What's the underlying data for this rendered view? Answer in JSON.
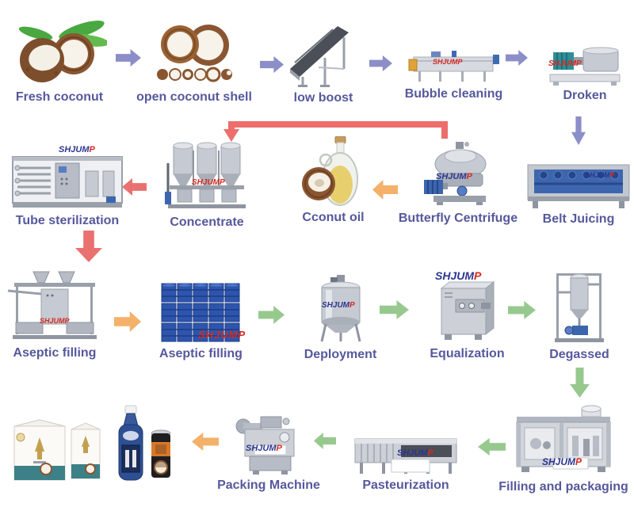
{
  "brand": {
    "logo": "SHJUMP",
    "logo_main": "SHJUM",
    "logo_accent": "P"
  },
  "colors": {
    "label": "#56589c",
    "arrow_purple": "#8b8ec7",
    "arrow_salmon": "#e9716f",
    "arrow_orange": "#f3b169",
    "arrow_green": "#97c98f",
    "connector_red": "#ed6e6b",
    "logo_blue": "#2b3590",
    "logo_red": "#d42a20"
  },
  "steps": {
    "fresh_coconut": {
      "label": "Fresh coconut"
    },
    "open_coconut_shell": {
      "label": "open coconut shell"
    },
    "low_boost": {
      "label": "low boost"
    },
    "bubble_cleaning": {
      "label": "Bubble cleaning"
    },
    "droken": {
      "label": "Droken"
    },
    "belt_juicing": {
      "label": "Belt Juicing"
    },
    "butterfly_centrifuge": {
      "label": "Butterfly Centrifuge"
    },
    "cconut_oil": {
      "label": "Cconut oil"
    },
    "concentrate": {
      "label": "Concentrate"
    },
    "tube_sterilization": {
      "label": "Tube sterilization"
    },
    "aseptic_filling_1": {
      "label": "Aseptic filling"
    },
    "aseptic_filling_2": {
      "label": "Aseptic filling"
    },
    "deployment": {
      "label": "Deployment"
    },
    "equalization": {
      "label": "Equalization"
    },
    "degassed": {
      "label": "Degassed"
    },
    "filling_and_packaging": {
      "label": "Filling and packaging"
    },
    "pasteurization": {
      "label": "Pasteurization"
    },
    "packing_machine": {
      "label": "Packing Machine"
    }
  },
  "connections": [
    {
      "from": "Fresh coconut",
      "to": "open coconut shell",
      "color": "purple",
      "direction": "right"
    },
    {
      "from": "open coconut shell",
      "to": "low boost",
      "color": "purple",
      "direction": "right"
    },
    {
      "from": "low boost",
      "to": "Bubble cleaning",
      "color": "purple",
      "direction": "right"
    },
    {
      "from": "Bubble cleaning",
      "to": "Droken",
      "color": "purple",
      "direction": "right"
    },
    {
      "from": "Droken",
      "to": "Belt Juicing",
      "color": "purple",
      "direction": "down"
    },
    {
      "from": "Butterfly Centrifuge",
      "to": "Concentrate",
      "color": "red",
      "direction": "elbow-up-left-down"
    },
    {
      "from": "Butterfly Centrifuge",
      "to": "Cconut oil",
      "color": "orange",
      "direction": "left"
    },
    {
      "from": "Concentrate",
      "to": "Tube sterilization",
      "color": "salmon",
      "direction": "left"
    },
    {
      "from": "Tube sterilization",
      "to": "Aseptic filling",
      "color": "salmon",
      "direction": "down"
    },
    {
      "from": "Aseptic filling",
      "to": "Aseptic filling",
      "color": "orange",
      "direction": "right"
    },
    {
      "from": "Aseptic filling",
      "to": "Deployment",
      "color": "green",
      "direction": "right"
    },
    {
      "from": "Deployment",
      "to": "Equalization",
      "color": "green",
      "direction": "right"
    },
    {
      "from": "Equalization",
      "to": "Degassed",
      "color": "green",
      "direction": "right"
    },
    {
      "from": "Degassed",
      "to": "Filling and packaging",
      "color": "green",
      "direction": "down"
    },
    {
      "from": "Filling and packaging",
      "to": "Pasteurization",
      "color": "green",
      "direction": "left"
    },
    {
      "from": "Pasteurization",
      "to": "Packing Machine",
      "color": "green",
      "direction": "left"
    },
    {
      "from": "Packing Machine",
      "to": "finished products",
      "color": "orange",
      "direction": "left"
    }
  ]
}
